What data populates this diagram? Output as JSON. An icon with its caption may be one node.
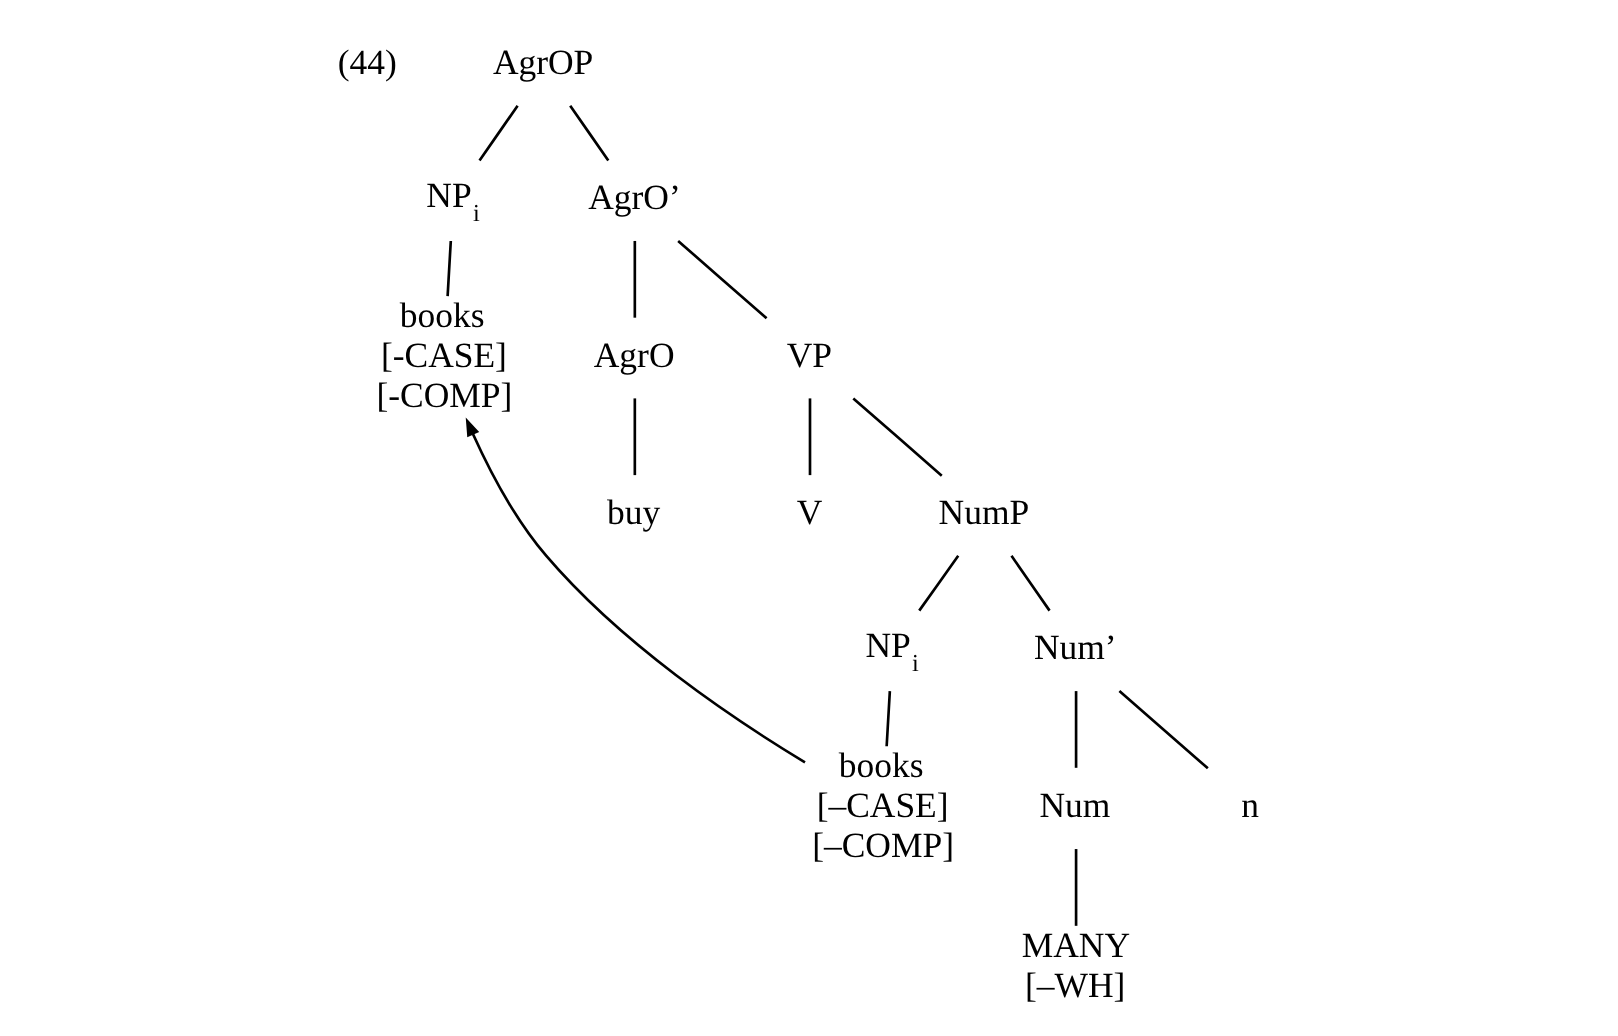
{
  "diagram": {
    "nodes": [
      {
        "text": [
          "AgrOP"
        ]
      },
      {
        "text": [
          "NP$_{i}$"
        ]
      },
      {
        "text": [
          "AgrO’"
        ]
      },
      {
        "text": [
          "books",
          "[-CASE]",
          "[-COMP]"
        ]
      },
      {
        "text": [
          "AgrO"
        ]
      },
      {
        "text": [
          "VP"
        ]
      },
      {
        "text": [
          "buy"
        ]
      },
      {
        "text": [
          "V"
        ]
      },
      {
        "text": [
          "NumP"
        ]
      },
      {
        "text": [
          "NP$_{i}$"
        ]
      },
      {
        "text": [
          "Num’"
        ]
      },
      {
        "text": [
          "books",
          "[–CASE]",
          "[–COMP]"
        ]
      },
      {
        "text": [
          "Num"
        ]
      },
      {
        "text": [
          "n"
        ]
      },
      {
        "text": [
          "MANY",
          "[–WH]"
        ]
      }
    ],
    "edges": [
      {
        "from": 0,
        "to": 1,
        "arrow": "none"
      },
      {
        "from": 0,
        "to": 2,
        "arrow": "none"
      },
      {
        "from": 1,
        "to": 3,
        "arrow": "none"
      },
      {
        "from": 2,
        "to": 4,
        "arrow": "none"
      },
      {
        "from": 2,
        "to": 5,
        "arrow": "none"
      },
      {
        "from": 4,
        "to": 6,
        "arrow": "none"
      },
      {
        "from": 5,
        "to": 7,
        "arrow": "none"
      },
      {
        "from": 5,
        "to": 8,
        "arrow": "none"
      },
      {
        "from": 8,
        "to": 9,
        "arrow": "none"
      },
      {
        "from": 8,
        "to": 10,
        "arrow": "none"
      },
      {
        "from": 9,
        "to": 11,
        "arrow": "none"
      },
      {
        "from": 10,
        "to": 12,
        "arrow": "none"
      },
      {
        "from": 10,
        "to": 13,
        "arrow": "none"
      },
      {
        "from": 12,
        "to": 14,
        "arrow": "none"
      },
      {
        "from": 11,
        "to": 3,
        "arrow": "to"
      }
    ],
    "labels": [
      "(44)"
    ]
  }
}
